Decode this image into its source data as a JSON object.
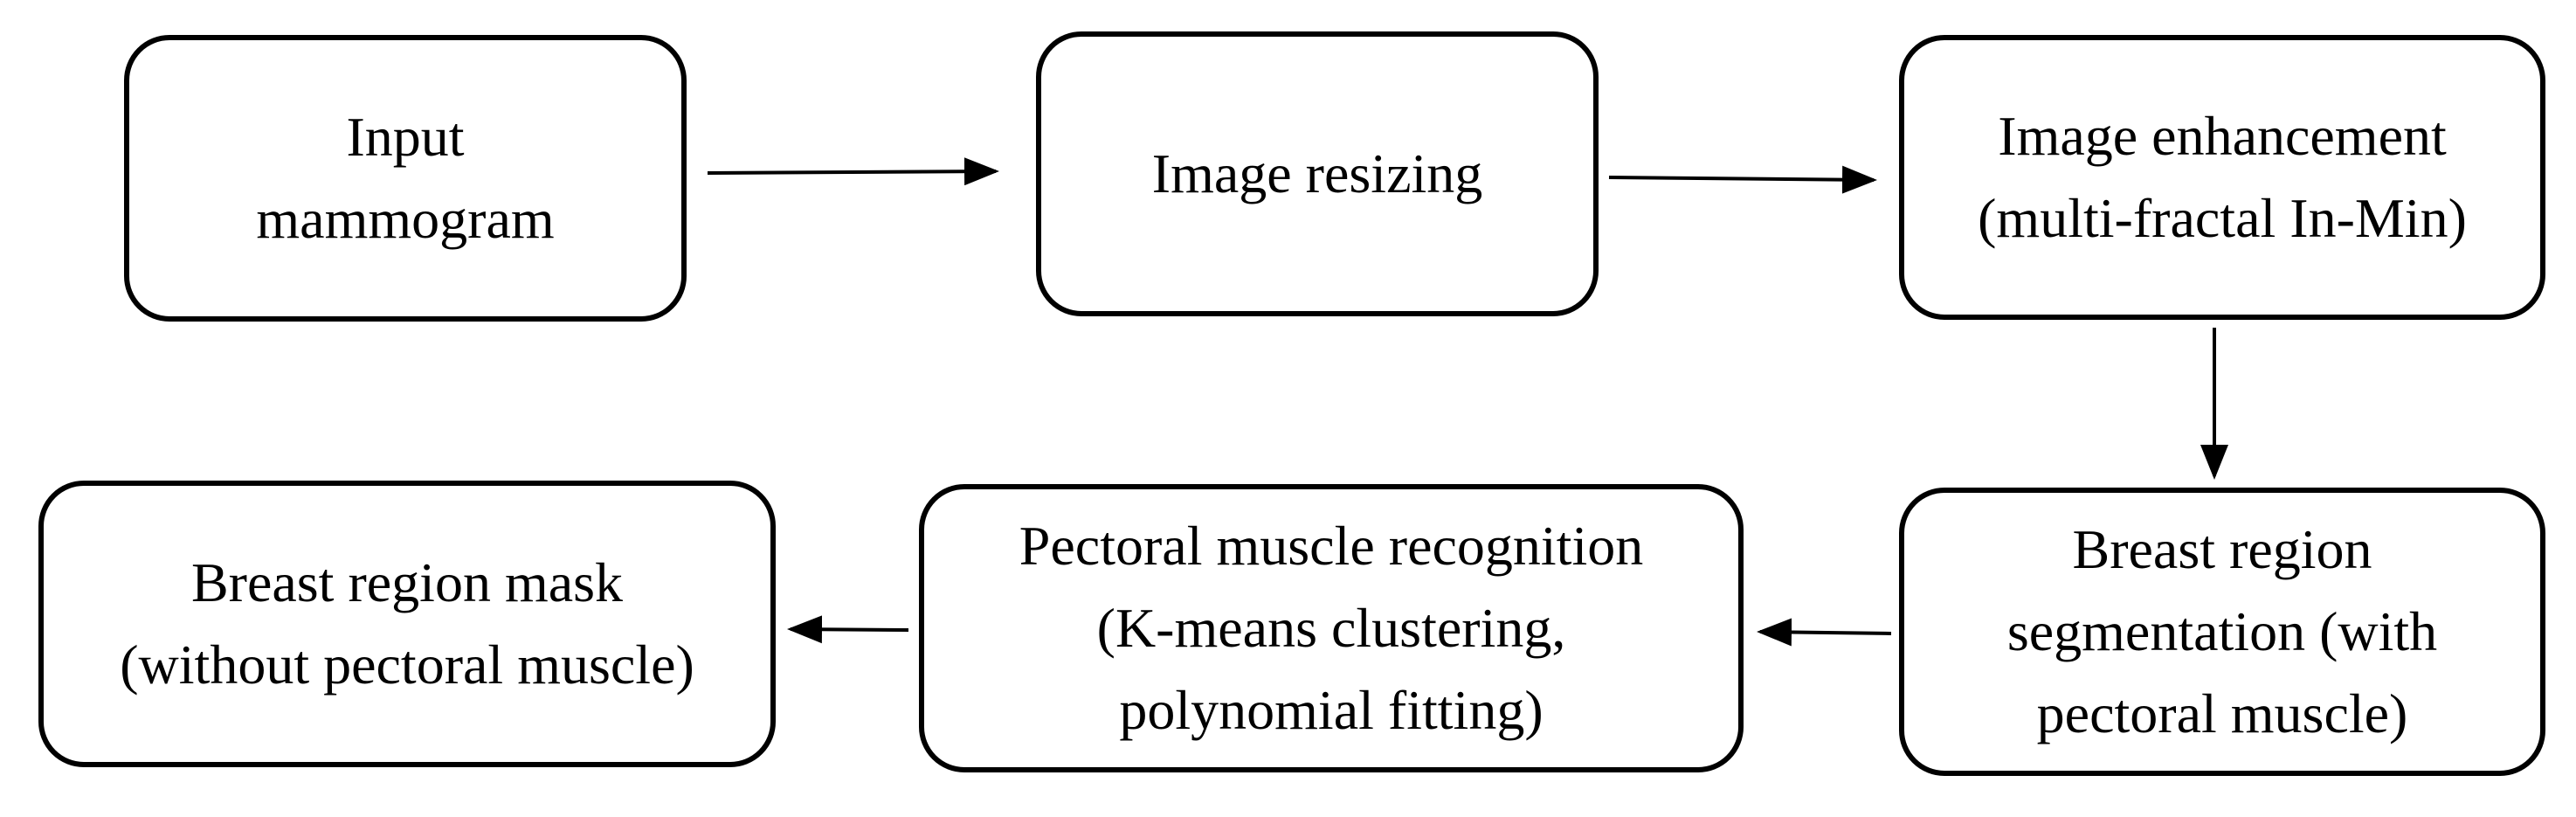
{
  "diagram": {
    "nodes": {
      "input": {
        "lines": [
          "Input",
          "mammogram"
        ]
      },
      "resize": {
        "lines": [
          "Image resizing"
        ]
      },
      "enhance": {
        "lines": [
          "Image enhancement",
          "(multi-fractal In-Min)"
        ]
      },
      "segment": {
        "lines": [
          "Breast region",
          "segmentation (with",
          "pectoral muscle)"
        ]
      },
      "pectoral": {
        "lines": [
          "Pectoral muscle recognition",
          "(K-means clustering,",
          "polynomial fitting)"
        ]
      },
      "mask": {
        "lines": [
          "Breast region mask",
          "(without pectoral muscle)"
        ]
      }
    },
    "edges": [
      {
        "from": "input",
        "to": "resize"
      },
      {
        "from": "resize",
        "to": "enhance"
      },
      {
        "from": "enhance",
        "to": "segment"
      },
      {
        "from": "segment",
        "to": "pectoral"
      },
      {
        "from": "pectoral",
        "to": "mask"
      }
    ]
  }
}
